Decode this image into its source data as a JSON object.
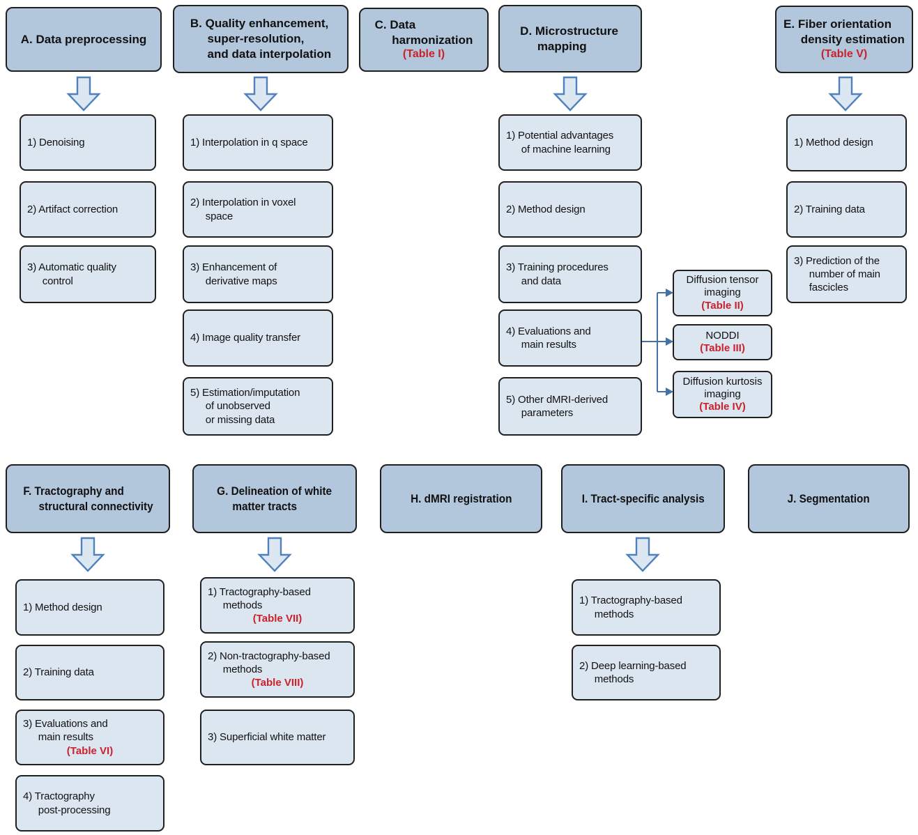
{
  "colors": {
    "header_fill": "#b2c6dc",
    "item_fill": "#dce6f1",
    "box_border": "#1f1f1f",
    "arrow_blue": "#4f81bd",
    "table_red": "#c9222b",
    "text": "#111111"
  },
  "top_headers": [
    {
      "id": "A",
      "title": "A. Data preprocessing"
    },
    {
      "id": "B",
      "title": "B. Quality enhancement,\nsuper-resolution,\nand data interpolation"
    },
    {
      "id": "C",
      "title": "C. Data\nharmonization",
      "table": "(Table I)"
    },
    {
      "id": "D",
      "title": "D. Microstructure\nmapping"
    },
    {
      "id": "E",
      "title": "E. Fiber orientation\ndensity estimation",
      "table": "(Table V)"
    }
  ],
  "col_a_items": [
    {
      "text": "1) Denoising"
    },
    {
      "text": "2) Artifact correction"
    },
    {
      "text": "3) Automatic quality\ncontrol"
    }
  ],
  "col_b_items": [
    {
      "text": "1) Interpolation in q space"
    },
    {
      "text": "2) Interpolation in voxel\nspace"
    },
    {
      "text": "3) Enhancement of\nderivative maps"
    },
    {
      "text": "4) Image quality transfer"
    },
    {
      "text": "5) Estimation/imputation\nof unobserved\nor missing data"
    }
  ],
  "col_d_items": [
    {
      "text": "1) Potential advantages\nof machine learning"
    },
    {
      "text": "2) Method design"
    },
    {
      "text": "3) Training procedures\nand data"
    },
    {
      "text": "4) Evaluations and\nmain results"
    },
    {
      "text": "5) Other dMRI-derived\nparameters"
    }
  ],
  "col_e_items": [
    {
      "text": "1) Method design"
    },
    {
      "text": "2) Training data"
    },
    {
      "text": "3) Prediction of the\nnumber of main\nfascicles"
    }
  ],
  "side_boxes": [
    {
      "text": "Diffusion tensor\nimaging",
      "table": "(Table II)"
    },
    {
      "text": "NODDI",
      "table": "(Table III)"
    },
    {
      "text": "Diffusion kurtosis\nimaging",
      "table": "(Table IV)"
    }
  ],
  "bottom_headers": [
    {
      "id": "F",
      "title": "F. Tractography and\nstructural connectivity"
    },
    {
      "id": "G",
      "title": "G. Delineation of white\nmatter tracts"
    },
    {
      "id": "H",
      "title": "H. dMRI registration"
    },
    {
      "id": "I",
      "title": "I. Tract-specific analysis"
    },
    {
      "id": "J",
      "title": "J. Segmentation"
    }
  ],
  "col_f_items": [
    {
      "text": "1) Method design"
    },
    {
      "text": "2) Training data"
    },
    {
      "text": "3) Evaluations and\nmain results",
      "table": "(Table VI)"
    },
    {
      "text": "4) Tractography\npost-processing"
    }
  ],
  "col_g_items": [
    {
      "text": "1) Tractography-based\nmethods",
      "table": "(Table VII)"
    },
    {
      "text": "2) Non-tractography-based\nmethods",
      "table": "(Table VIII)"
    },
    {
      "text": "3) Superficial white matter"
    }
  ],
  "col_i_items": [
    {
      "text": "1) Tractography-based\nmethods"
    },
    {
      "text": "2) Deep learning-based\nmethods"
    }
  ]
}
